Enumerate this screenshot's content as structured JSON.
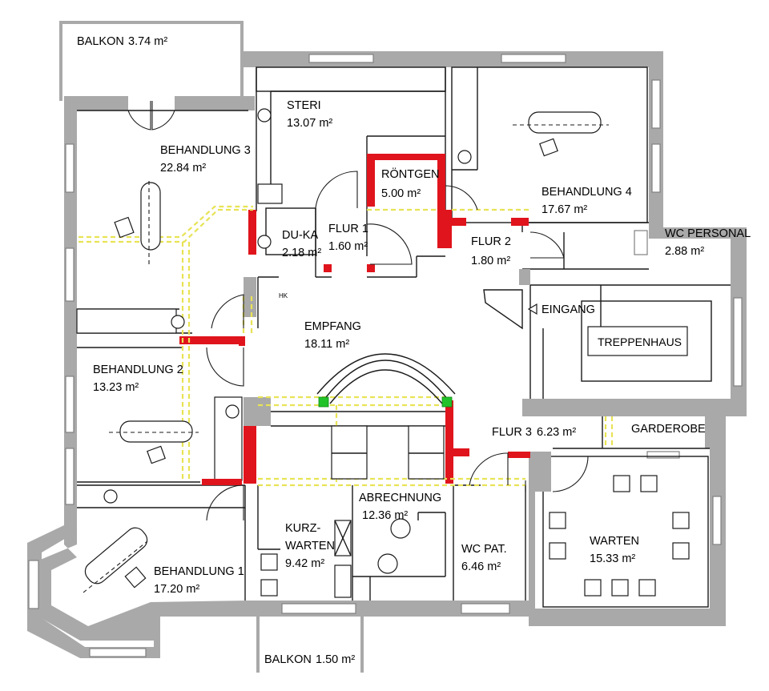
{
  "rooms": {
    "balkon_top": {
      "name": "BALKON",
      "area": "3.74 m²"
    },
    "steri": {
      "name": "STERI",
      "area": "13.07 m²"
    },
    "roentgen": {
      "name": "RÖNTGEN",
      "area": "5.00 m²"
    },
    "behandlung3": {
      "name": "BEHANDLUNG 3",
      "area": "22.84 m²"
    },
    "behandlung4": {
      "name": "BEHANDLUNG 4",
      "area": "17.67 m²"
    },
    "du_ka": {
      "name": "DU-KA",
      "area": "2.18 m²"
    },
    "flur1": {
      "name": "FLUR 1",
      "area": "1.60 m²"
    },
    "flur2": {
      "name": "FLUR 2",
      "area": "1.80 m²"
    },
    "wc_personal": {
      "name": "WC PERSONAL",
      "area": "2.88 m²"
    },
    "empfang": {
      "name": "EMPFANG",
      "area": "18.11 m²"
    },
    "behandlung2": {
      "name": "BEHANDLUNG 2",
      "area": "13.23 m²"
    },
    "flur3": {
      "name": "FLUR 3",
      "area": "6.23 m²"
    },
    "garderobe": {
      "name": "GARDEROBE"
    },
    "abrechnung": {
      "name": "ABRECHNUNG",
      "area": "12.36 m²"
    },
    "kurz_warten": {
      "name_line1": "KURZ-",
      "name_line2": "WARTEN",
      "area": "9.42 m²"
    },
    "wc_pat": {
      "name": "WC PAT.",
      "area": "6.46 m²"
    },
    "warten": {
      "name": "WARTEN",
      "area": "15.33 m²"
    },
    "behandlung1": {
      "name": "BEHANDLUNG 1",
      "area": "17.20 m²"
    },
    "balkon_bottom": {
      "name": "BALKON",
      "area": "1.50 m²"
    }
  },
  "labels": {
    "eingang": "EINGANG",
    "treppenhaus": "TREPPENHAUS",
    "hk": "HK"
  },
  "colors": {
    "wall": "#a9a9a9",
    "red_wall": "#e0141c",
    "dashed_line": "#e8e356",
    "marker": "#22c32a"
  }
}
